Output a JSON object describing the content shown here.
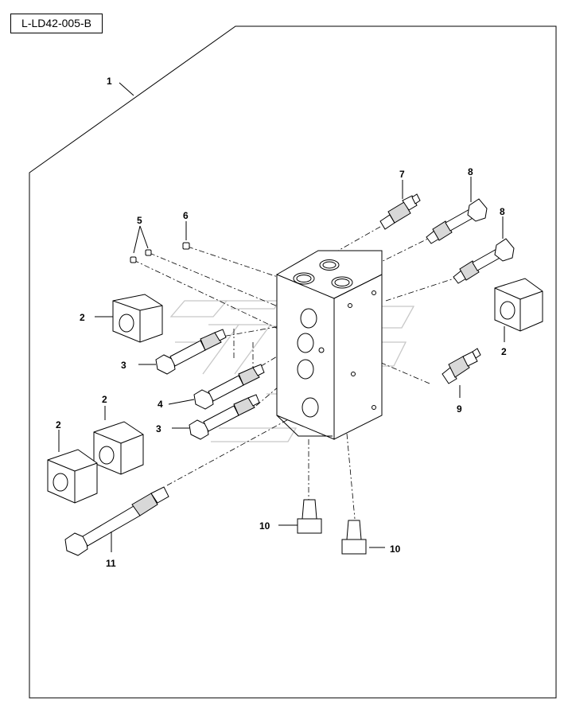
{
  "reference_code": "L-LD42-005-B",
  "callouts": {
    "c1": "1",
    "c2a": "2",
    "c2b": "2",
    "c2c": "2",
    "c2d": "2",
    "c3a": "3",
    "c3b": "3",
    "c4": "4",
    "c5": "5",
    "c6": "6",
    "c7": "7",
    "c8a": "8",
    "c8b": "8",
    "c9": "9",
    "c10a": "10",
    "c10b": "10",
    "c11": "11"
  }
}
